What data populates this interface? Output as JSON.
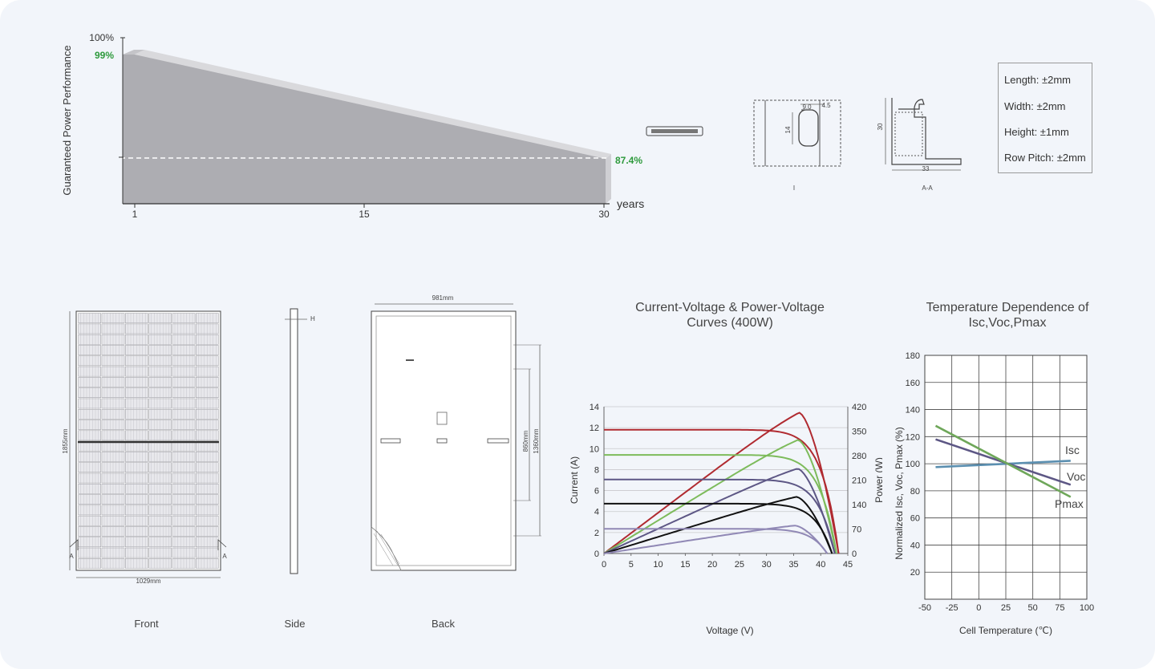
{
  "warranty": {
    "ylabel": "Guaranteed Power Performance",
    "y_top_label": "100%",
    "start_label": "99%",
    "end_label": "87.4%",
    "xlabel": "years",
    "x_ticks": [
      "1",
      "15",
      "30"
    ],
    "accent_color": "#2e9a3c",
    "fill_color": "#adadb2"
  },
  "profile": {
    "dim_9": "9.0",
    "dim_45": "4.5",
    "dim_14": "14",
    "caption_i": "I",
    "dim_30": "30",
    "dim_33": "33",
    "caption_aa": "A-A"
  },
  "tolerances": [
    "Length: ±2mm",
    "Width: ±2mm",
    "Height: ±1mm",
    "Row Pitch: ±2mm"
  ],
  "module": {
    "front_caption": "Front",
    "side_caption": "Side",
    "back_caption": "Back",
    "height_dim": "1855mm",
    "front_width_dim": "1029mm",
    "back_width_dim": "981mm",
    "pitch_dim_860": "860mm",
    "pitch_dim_1360": "1360mm",
    "side_h": "H",
    "section_a": "A"
  },
  "chart_data": [
    {
      "type": "line",
      "title_line1": "Current-Voltage & Power-Voltage",
      "title_line2": "Curves (400W)",
      "xlabel": "Voltage (V)",
      "ylabel": "Current (A)",
      "y2label": "Power (W)",
      "xlim": [
        0,
        45
      ],
      "ylim": [
        0,
        14
      ],
      "y2lim": [
        0,
        420
      ],
      "x_ticks": [
        "0",
        "5",
        "10",
        "15",
        "20",
        "25",
        "30",
        "35",
        "40",
        "45"
      ],
      "y_ticks": [
        "0",
        "2",
        "4",
        "6",
        "8",
        "10",
        "12",
        "14"
      ],
      "y2_ticks": [
        "0",
        "70",
        "140",
        "210",
        "280",
        "350",
        "420"
      ],
      "grid": true,
      "series": [
        {
          "color": "#b02a30",
          "isc": 11.8,
          "voc": 43.3,
          "vmp": 36.0,
          "pmax": 403
        },
        {
          "color": "#7dbb5b",
          "isc": 9.4,
          "voc": 42.9,
          "vmp": 35.8,
          "pmax": 325
        },
        {
          "color": "#5d5785",
          "isc": 7.05,
          "voc": 42.6,
          "vmp": 35.7,
          "pmax": 243
        },
        {
          "color": "#111111",
          "isc": 4.75,
          "voc": 42.1,
          "vmp": 35.5,
          "pmax": 162
        },
        {
          "color": "#9088b5",
          "isc": 2.35,
          "voc": 41.2,
          "vmp": 35.2,
          "pmax": 80
        }
      ]
    },
    {
      "type": "line",
      "title_line1": "Temperature Dependence of",
      "title_line2": "Isc,Voc,Pmax",
      "xlabel": "Cell Temperature (℃)",
      "ylabel": "Normalized Isc, Voc, Pmax (%)",
      "xlim": [
        -50,
        100
      ],
      "ylim": [
        0,
        180
      ],
      "x_ticks": [
        "-50",
        "-25",
        "0",
        "25",
        "50",
        "75",
        "100"
      ],
      "y_ticks": [
        "20",
        "40",
        "60",
        "80",
        "100",
        "120",
        "140",
        "160",
        "180"
      ],
      "grid": true,
      "series": [
        {
          "name": "Isc",
          "color": "#5b8fb0",
          "x": [
            -40,
            85
          ],
          "y": [
            97.5,
            102.2
          ]
        },
        {
          "name": "Voc",
          "color": "#5d5785",
          "x": [
            -40,
            85
          ],
          "y": [
            118,
            84.5
          ]
        },
        {
          "name": "Pmax",
          "color": "#6fa75a",
          "x": [
            -40,
            85
          ],
          "y": [
            128,
            75.5
          ]
        }
      ]
    }
  ]
}
